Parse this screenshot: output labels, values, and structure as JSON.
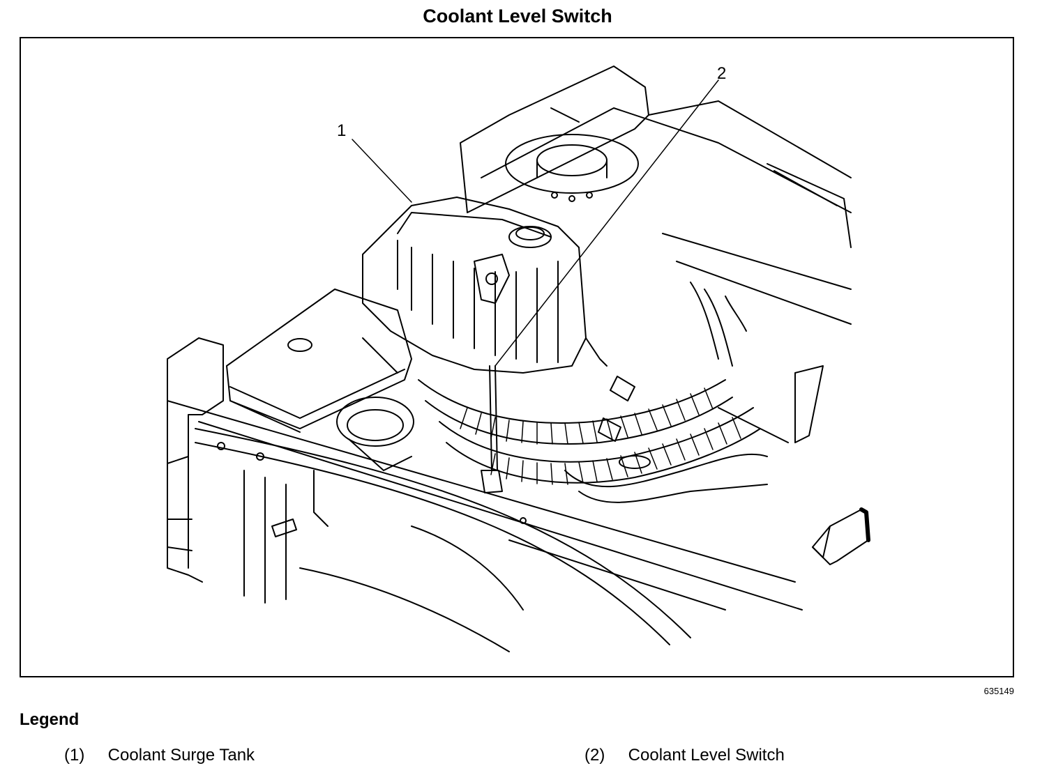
{
  "title": "Coolant Level Switch",
  "figure_id": "635149",
  "callouts": [
    {
      "number": "1"
    },
    {
      "number": "2"
    }
  ],
  "legend": {
    "heading": "Legend",
    "items": [
      {
        "number": "(1)",
        "label": "Coolant Surge Tank"
      },
      {
        "number": "(2)",
        "label": "Coolant Level Switch"
      }
    ]
  },
  "icons": [
    "forward-direction-arrow-icon"
  ]
}
